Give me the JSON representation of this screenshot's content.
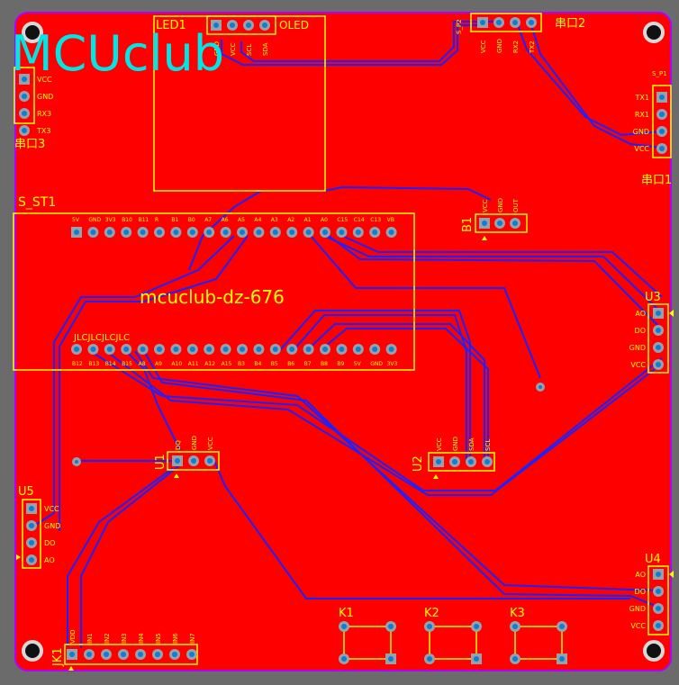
{
  "colors": {
    "background": "#6b6b6b",
    "board": "#ff0000",
    "board_outline": "#b000ff",
    "silk": "#ffff00",
    "trace": "#1a22ff",
    "pad": "#9aa0a8",
    "hole": "#0a7fd8",
    "logo": "#00e6e6"
  },
  "logo": "MCUclub",
  "board_label": "mcuclub-dz-676",
  "components": {
    "led1": {
      "ref": "LED1",
      "name": "OLED",
      "pins": [
        "GND",
        "VCC",
        "SCL",
        "SDA"
      ]
    },
    "serial3": {
      "name": "串口3",
      "pins": [
        "VCC",
        "GND",
        "RX3",
        "TX3"
      ]
    },
    "serial2": {
      "ref": "S_P2",
      "name": "串口2",
      "pins": [
        "VCC",
        "GND",
        "RX2",
        "TX2"
      ]
    },
    "serial1": {
      "ref": "S_P1",
      "name": "串口1",
      "pins": [
        "TX1",
        "RX1",
        "GND",
        "VCC"
      ]
    },
    "s_st1": {
      "ref": "S_ST1",
      "top_pins": [
        "5V",
        "GND",
        "3V3",
        "B10",
        "B11",
        "R",
        "B1",
        "B0",
        "A7",
        "A6",
        "A5",
        "A4",
        "A3",
        "A2",
        "A1",
        "A0",
        "C15",
        "C14",
        "C13",
        "VB"
      ],
      "bottom_pins": [
        "B12",
        "B13",
        "B14",
        "B15",
        "A8",
        "A9",
        "A10",
        "A11",
        "A12",
        "A15",
        "B3",
        "B4",
        "B5",
        "B6",
        "B7",
        "B8",
        "B9",
        "5V",
        "GND",
        "3V3"
      ],
      "jumper_text": "JLCJLCJLCJLC"
    },
    "b1": {
      "ref": "B1",
      "pins": [
        "VCC",
        "GND",
        "OUT"
      ]
    },
    "u1": {
      "ref": "U1",
      "pins": [
        "DQ",
        "GND",
        "VCC"
      ]
    },
    "u2": {
      "ref": "U2",
      "pins": [
        "VCC",
        "GND",
        "SDA",
        "SCL"
      ]
    },
    "u3": {
      "ref": "U3",
      "pins": [
        "AO",
        "DO",
        "GND",
        "VCC"
      ]
    },
    "u4": {
      "ref": "U4",
      "pins": [
        "AO",
        "DO",
        "GND",
        "VCC"
      ]
    },
    "u5": {
      "ref": "U5",
      "pins": [
        "VCC",
        "GND",
        "DO",
        "AO"
      ]
    },
    "jk1": {
      "ref": "JK1",
      "pins": [
        "VDD",
        "IN1",
        "IN2",
        "IN3",
        "IN4",
        "IN5",
        "IN6",
        "IN7"
      ]
    },
    "k1": {
      "ref": "K1"
    },
    "k2": {
      "ref": "K2"
    },
    "k3": {
      "ref": "K3"
    }
  }
}
